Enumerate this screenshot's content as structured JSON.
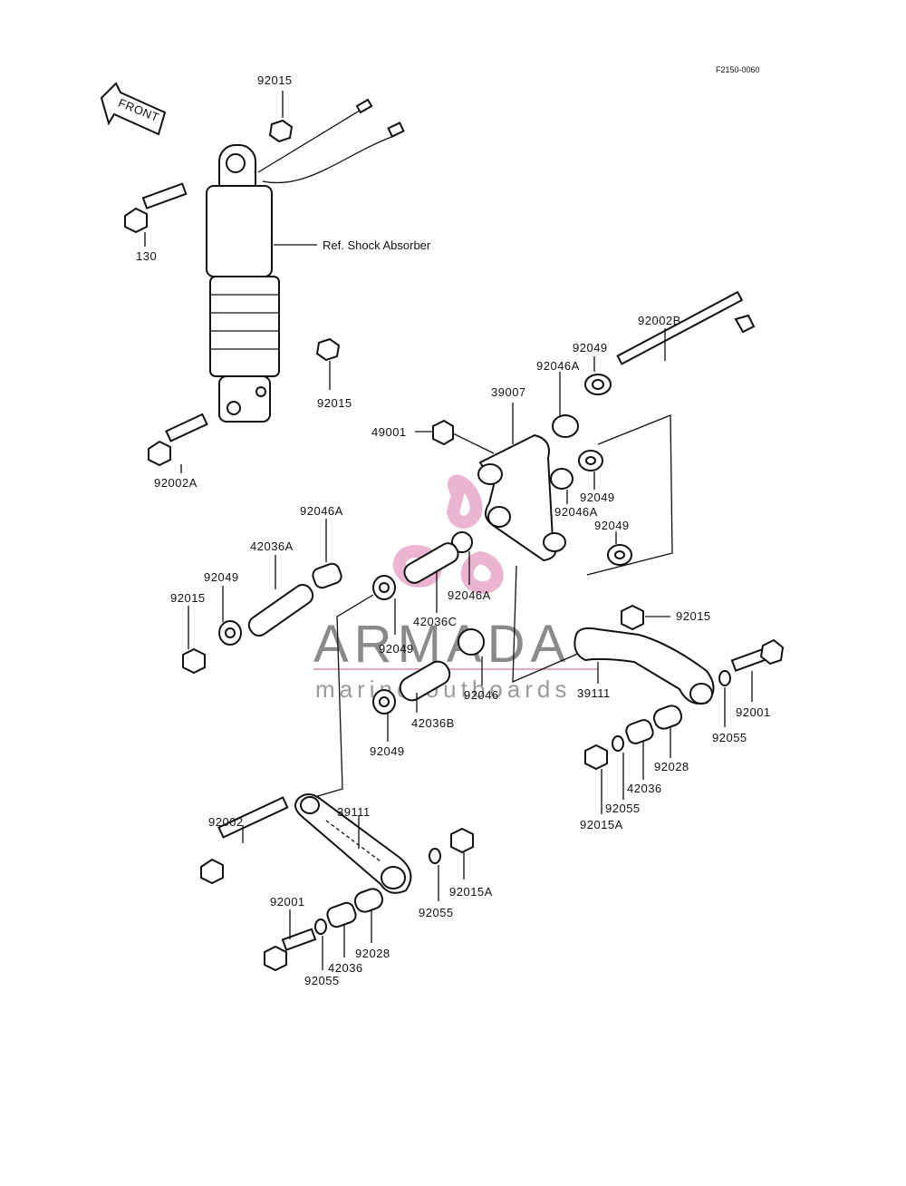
{
  "diagram_code": "F2150-0060",
  "front_arrow_text": "FRONT",
  "ref_label": "Ref. Shock Absorber",
  "watermark": {
    "brand": "ARMADA",
    "tagline": "marine outboards",
    "accent_color": "#e8a8c8"
  },
  "part_labels": {
    "shock_top_nut": "92015",
    "shock_top_bolt": "130",
    "shock_bottom_nut": "92015",
    "shock_bottom_bolt": "92002A",
    "long_bolt": "92002B",
    "rocker_top_washer": "92049",
    "rocker_top_bushing": "92046A",
    "rocker_arm": "39007",
    "grease_fitting": "49001",
    "rocker_mid_washer": "92049",
    "rocker_mid_bushing": "92046A",
    "rocker_low_washer": "92049",
    "left_bushing": "92046A",
    "left_sleeve": "42036A",
    "left_washer": "92049",
    "left_nut": "92015",
    "center_bushing": "92046A",
    "center_sleeve": "42036C",
    "center_washer_top": "92049",
    "center_bushing_low": "92046",
    "center_sleeve_low": "42036B",
    "center_washer_low": "92049",
    "right_nut": "92015",
    "right_arm": "39111",
    "right_bolt": "92001",
    "right_washer": "92055",
    "right_bush": "92028",
    "right_sleeve": "42036",
    "right_oring": "92055",
    "right_lower_nut": "92015A",
    "lower_bolt": "92002",
    "lower_arm": "39111",
    "lower_oring": "92055",
    "lower_nut": "92015A",
    "lower_small_bolt": "92001",
    "lower_bush": "92028",
    "lower_sleeve": "42036",
    "lower_washer": "92055"
  }
}
